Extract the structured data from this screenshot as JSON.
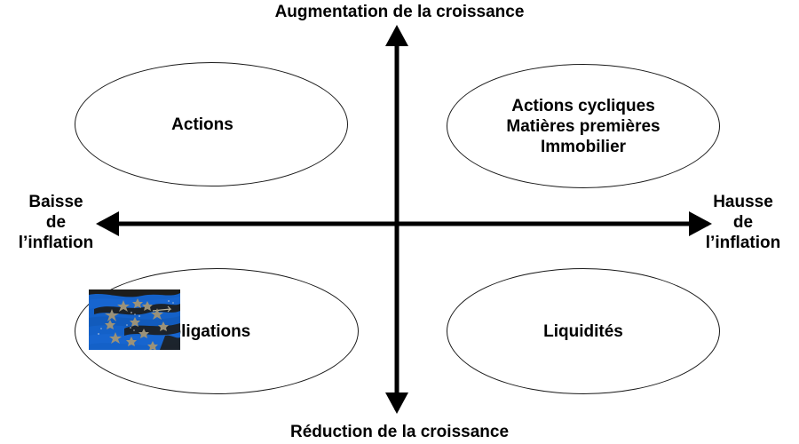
{
  "diagram": {
    "title_top": "Augmentation de la croissance",
    "title_bottom": "Réduction de la croissance",
    "axis_left": {
      "line1": "Baisse",
      "line2": "de",
      "line3": "l’inflation"
    },
    "axis_right": {
      "line1": "Hausse",
      "line2": "de",
      "line3": "l’inflation"
    },
    "colors": {
      "background": "#ffffff",
      "stroke": "#000000",
      "ellipse_stroke": "#1a1a1a",
      "flag_blue": "#1461c8",
      "flag_star": "#9b9279",
      "flag_streak": "#1d1d1b"
    },
    "quadrants": [
      {
        "name": "top-left",
        "lines": [
          "Actions"
        ]
      },
      {
        "name": "top-right",
        "lines": [
          "Actions cycliques",
          "Matières premières",
          "Immobilier"
        ]
      },
      {
        "name": "bottom-left",
        "lines": [
          "Obligations"
        ]
      },
      {
        "name": "bottom-right",
        "lines": [
          "Liquidités"
        ]
      }
    ],
    "image_overlay": {
      "name": "eu-flag-image",
      "description": "Image drapeau européen stylisé"
    }
  }
}
